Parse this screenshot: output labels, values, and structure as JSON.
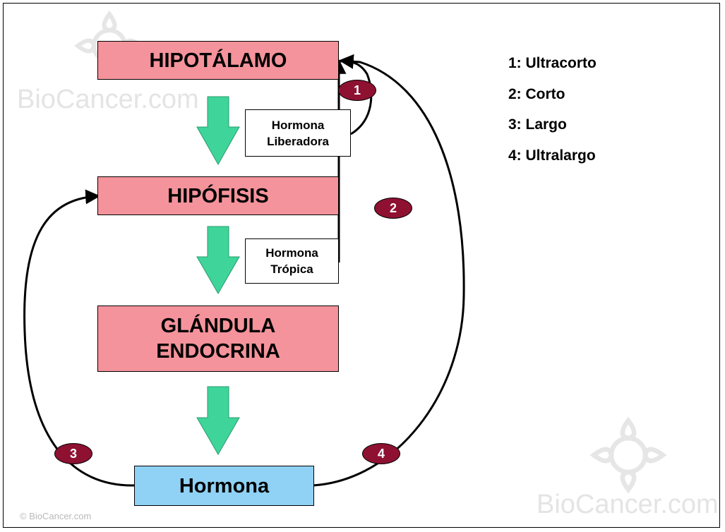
{
  "boxes": {
    "hipotalamo": "HIPOTÁLAMO",
    "hipofisis": "HIPÓFISIS",
    "glandula_line1": "GLÁNDULA",
    "glandula_line2": "ENDOCRINA",
    "hormona": "Hormona"
  },
  "labels": {
    "liberadora_line1": "Hormona",
    "liberadora_line2": "Liberadora",
    "tropica_line1": "Hormona",
    "tropica_line2": "Trópica"
  },
  "badges": [
    "1",
    "2",
    "3",
    "4"
  ],
  "legend": [
    "1: Ultracorto",
    "2: Corto",
    "3: Largo",
    "4: Ultralargo"
  ],
  "watermark": {
    "brand": "BioCancer.com",
    "copyright": "© BioCancer.com"
  },
  "colors": {
    "box_pink": "#f4939b",
    "box_blue": "#8fd2f6",
    "arrow_green": "#3fd59a",
    "badge": "#8e1132"
  }
}
